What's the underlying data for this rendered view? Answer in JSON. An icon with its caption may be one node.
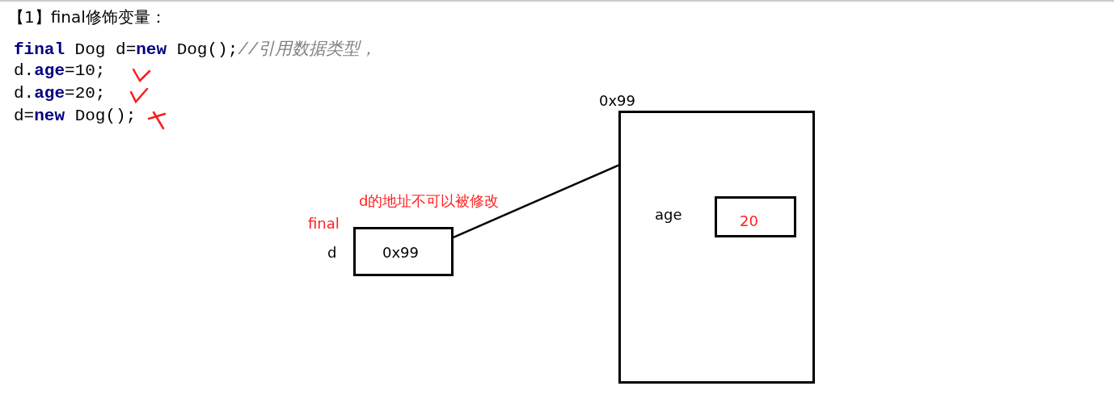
{
  "diagram": {
    "title": "【1】final修饰变量：",
    "nodes": [
      {
        "text": [
          "0x99"
        ],
        "beside": [
          "final",
          "d"
        ]
      },
      {
        "text": [
          "0x99",
          "age"
        ]
      },
      {
        "text": [
          "20"
        ],
        "in": 1
      }
    ],
    "edges": [
      {
        "from": 0,
        "to": 1,
        "arrow": "none",
        "label": "d的地址不可以被修改"
      }
    ],
    "labels": [
      "**final** Dog d=**new** Dog();*//引用数据类型，*",
      "d.**age**=10;",
      "d.**age**=20;",
      "d=**new** Dog();"
    ]
  }
}
